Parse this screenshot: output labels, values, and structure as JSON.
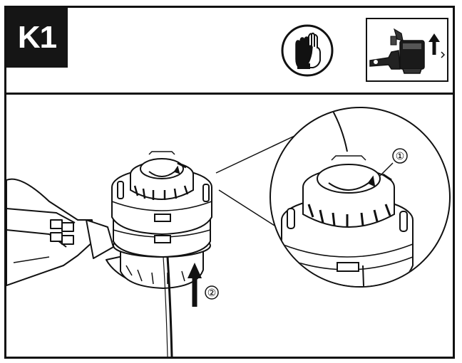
{
  "header": {
    "step_code": "K1",
    "icons": [
      "gloves-icon",
      "remove-battery-icon"
    ]
  },
  "illustration": {
    "callouts": [
      "①",
      "②"
    ],
    "colors": {
      "line": "#111111",
      "background": "#ffffff",
      "badge": "#151515"
    }
  }
}
